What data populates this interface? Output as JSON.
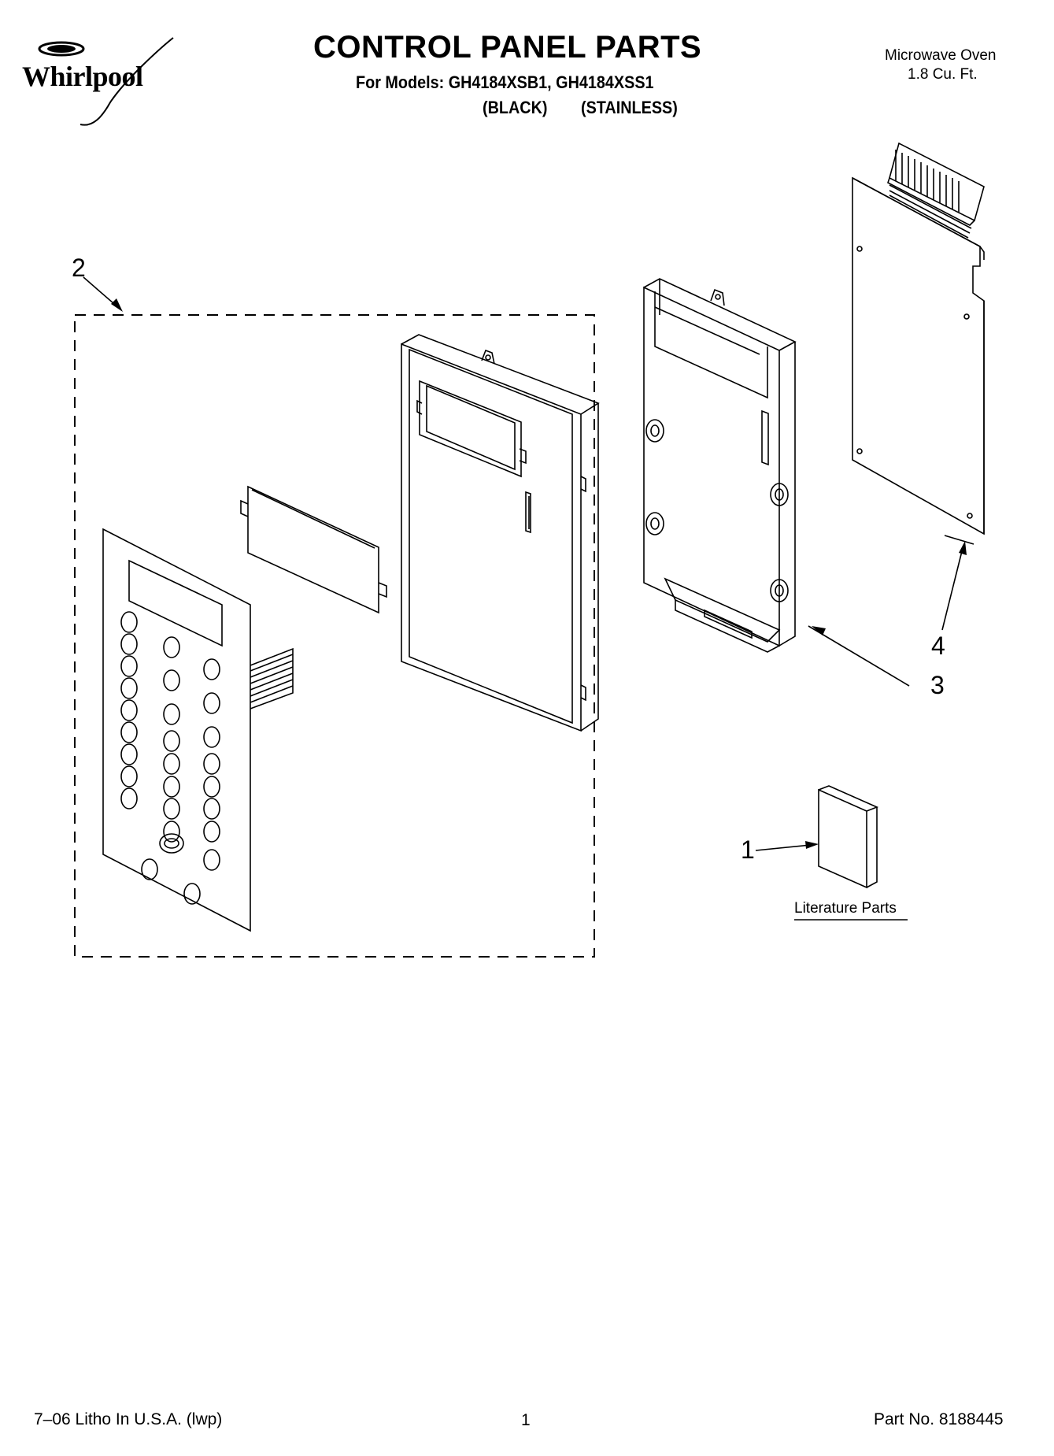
{
  "header": {
    "brand": "Whirlpool",
    "title": "CONTROL PANEL PARTS",
    "models_line": "For Models: GH4184XSB1, GH4184XSS1",
    "color_black": "(BLACK)",
    "color_stainless": "(STAINLESS)",
    "product_type": "Microwave Oven",
    "product_size": "1.8 Cu. Ft."
  },
  "callouts": {
    "c1": "1",
    "c2": "2",
    "c3": "3",
    "c4": "4"
  },
  "literature_label": "Literature Parts",
  "footer": {
    "litho": "7–06 Litho In U.S.A. (lwp)",
    "page": "1",
    "part_no": "Part No. 8188445"
  }
}
